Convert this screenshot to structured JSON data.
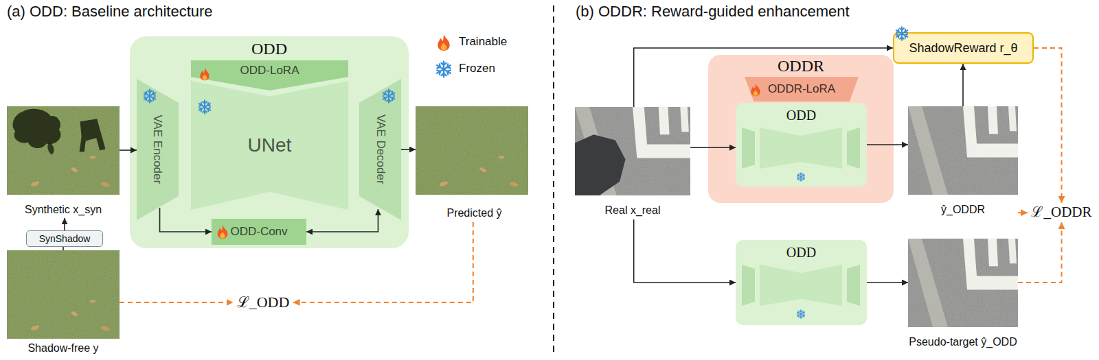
{
  "diagram": {
    "nodes": [
      {
        "text": [
          "Synthetic x_syn"
        ]
      },
      {
        "text": [
          "SynShadow"
        ]
      },
      {
        "text": [
          "Shadow-free y"
        ]
      },
      {
        "text": [
          "ODD"
        ]
      },
      {
        "text": [
          "VAE Encoder"
        ],
        "in": 3
      },
      {
        "text": [
          "ODD-LoRA"
        ],
        "in": 3
      },
      {
        "text": [
          "UNet"
        ],
        "in": 3
      },
      {
        "text": [
          "VAE Decoder"
        ],
        "in": 3
      },
      {
        "text": [
          "ODD-Conv"
        ],
        "in": 3
      },
      {
        "text": [
          "Predicted ŷ"
        ]
      },
      {
        "text": [
          "ℒ_ODD"
        ]
      },
      {
        "text": [
          "Real x_real"
        ]
      },
      {
        "text": [
          "ODDR"
        ]
      },
      {
        "text": [
          "ODDR-LoRA"
        ],
        "in": 12
      },
      {
        "text": [
          "ODD"
        ],
        "in": 12
      },
      {
        "text": [
          "ŷ_ODDR"
        ]
      },
      {
        "text": [
          "ShadowReward r_θ"
        ]
      },
      {
        "text": [
          "ℒ_ODDR"
        ]
      },
      {
        "text": [
          "ODD"
        ]
      },
      {
        "text": [
          "Pseudo-target ŷ_ODD"
        ]
      }
    ],
    "edges": [
      {
        "from": 2,
        "to": 1,
        "arrow": "none"
      },
      {
        "from": 1,
        "to": 0,
        "arrow": "to"
      },
      {
        "from": 0,
        "to": 4,
        "arrow": "to"
      },
      {
        "from": 4,
        "to": 8,
        "arrow": "to"
      },
      {
        "from": 8,
        "to": 7,
        "arrow": "both"
      },
      {
        "from": 7,
        "to": 9,
        "arrow": "to"
      },
      {
        "from": 2,
        "to": 10,
        "arrow": "to"
      },
      {
        "from": 9,
        "to": 10,
        "arrow": "to"
      },
      {
        "from": 11,
        "to": 14,
        "arrow": "to"
      },
      {
        "from": 14,
        "to": 15,
        "arrow": "to"
      },
      {
        "from": 11,
        "to": 18,
        "arrow": "to"
      },
      {
        "from": 18,
        "to": 19,
        "arrow": "to"
      },
      {
        "from": 11,
        "to": 16,
        "arrow": "to"
      },
      {
        "from": 15,
        "to": 16,
        "arrow": "to"
      },
      {
        "from": 16,
        "to": 17,
        "arrow": "to"
      },
      {
        "from": 15,
        "to": 17,
        "arrow": "to"
      },
      {
        "from": 19,
        "to": 17,
        "arrow": "to"
      }
    ],
    "labels": [
      "(a) ODD: Baseline architecture",
      "(b) ODDR: Reward-guided enhancement"
    ],
    "legend": [
      {
        "text": "Trainable"
      },
      {
        "text": "Frozen"
      }
    ]
  }
}
